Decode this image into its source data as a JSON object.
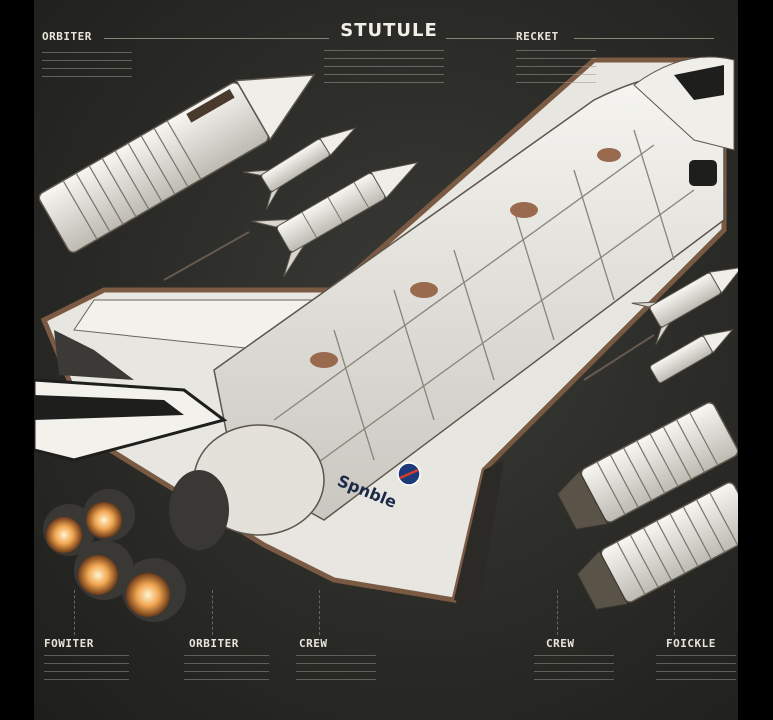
{
  "title": "STUTULE",
  "top_labels": {
    "left": "ORBITER",
    "right": "RECKET"
  },
  "bottom_labels": [
    "FOWITER",
    "ORBITER",
    "CREW",
    "CREW",
    "FOICKLE"
  ],
  "decal_text": "Spnble",
  "colors": {
    "background": "#2a2a27",
    "hull": "#ecebe6",
    "trim": "#7b5a44",
    "engine_glow": "#f0a550"
  }
}
